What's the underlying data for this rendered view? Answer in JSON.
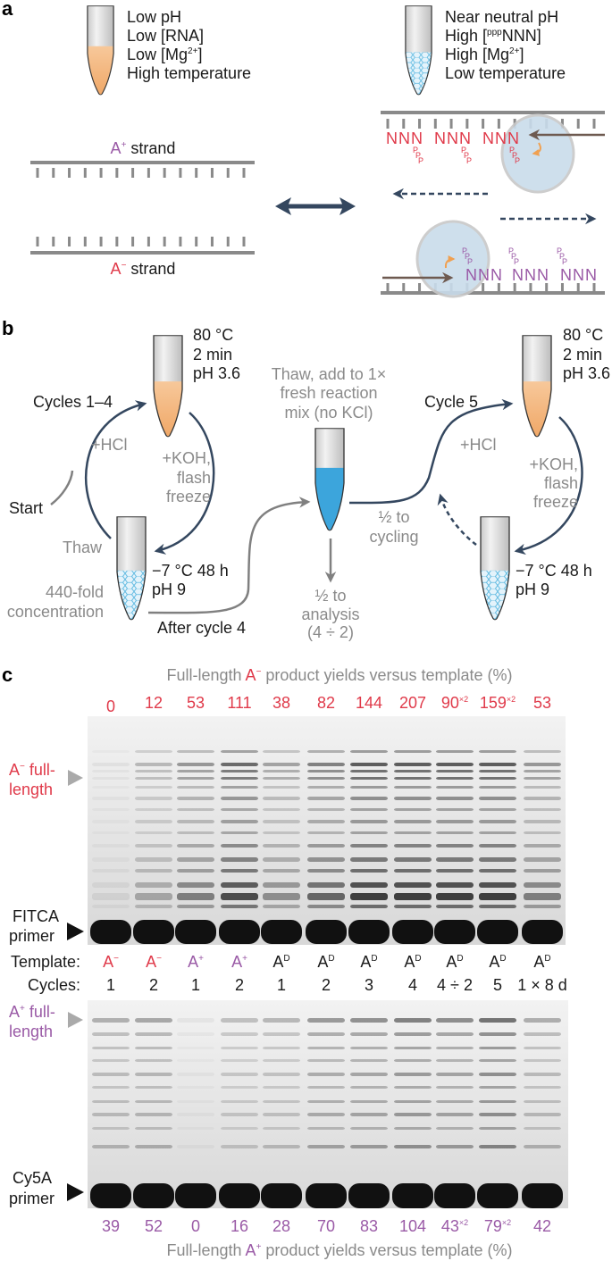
{
  "panel_a": {
    "label": "a",
    "left_conditions": [
      {
        "pre": "Low pH",
        "sup": "",
        "post": ""
      },
      {
        "pre": "Low [RNA]",
        "sup": "",
        "post": ""
      },
      {
        "pre": "Low [Mg",
        "sup": "2+",
        "post": "]"
      },
      {
        "pre": "High temperature",
        "sup": "",
        "post": ""
      }
    ],
    "right_conditions": [
      {
        "pre": "Near neutral pH",
        "sup": "",
        "post": ""
      },
      {
        "pre": "High [",
        "sup": "ppp",
        "post": "NNN]"
      },
      {
        "pre": "High [Mg",
        "sup": "2+",
        "post": "]"
      },
      {
        "pre": "Low temperature",
        "sup": "",
        "post": ""
      }
    ],
    "plus_strand": {
      "name": "A",
      "sign": "+",
      "suffix": " strand"
    },
    "minus_strand": {
      "name": "A",
      "sign": "−",
      "suffix": " strand"
    },
    "triplet": "NNN",
    "phosphate": "P"
  },
  "panel_b": {
    "label": "b",
    "hot_conditions": [
      "80 °C",
      "2 min",
      "pH 3.6"
    ],
    "cold_conditions": [
      "−7 °C 48 h",
      "pH 9"
    ],
    "cycles_1_4": "Cycles 1–4",
    "cycle_5": "Cycle 5",
    "add_hcl": "+HCl",
    "add_koh": [
      "+KOH,",
      "flash",
      "freeze"
    ],
    "start": "Start",
    "thaw": "Thaw",
    "concentration": [
      "440-fold",
      "concentration"
    ],
    "after_cycle_4": "After cycle 4",
    "fresh_mix": [
      "Thaw, add to 1×",
      "fresh reaction",
      "mix (no KCl)"
    ],
    "to_cycling": [
      "½ to",
      "cycling"
    ],
    "to_analysis": [
      "½ to",
      "analysis",
      "(4 ÷ 2)"
    ]
  },
  "panel_c": {
    "label": "c",
    "top_title": {
      "pre": "Full-length ",
      "name": "A",
      "sign": "−",
      "post": " product yields versus template (%)"
    },
    "bottom_title": {
      "pre": "Full-length ",
      "name": "A",
      "sign": "+",
      "post": " product yields versus template (%)"
    },
    "top_marker": {
      "name": "A",
      "sign": "−",
      "lines": [
        " full-",
        "length"
      ]
    },
    "bottom_marker": {
      "name": "A",
      "sign": "+",
      "lines": [
        " full-",
        "length"
      ]
    },
    "top_primer": [
      "FITCA",
      "primer"
    ],
    "bottom_primer": [
      "Cy5A",
      "primer"
    ],
    "template_label": "Template:",
    "cycles_label": "Cycles:",
    "lanes": [
      {
        "template": "A",
        "tsup": "−",
        "tcolor": "red",
        "cycles": "1",
        "minus_yield": "0",
        "minus_sup": "",
        "plus_yield": "39",
        "plus_sup": ""
      },
      {
        "template": "A",
        "tsup": "−",
        "tcolor": "red",
        "cycles": "2",
        "minus_yield": "12",
        "minus_sup": "",
        "plus_yield": "52",
        "plus_sup": ""
      },
      {
        "template": "A",
        "tsup": "+",
        "tcolor": "purple",
        "cycles": "1",
        "minus_yield": "53",
        "minus_sup": "",
        "plus_yield": "0",
        "plus_sup": ""
      },
      {
        "template": "A",
        "tsup": "+",
        "tcolor": "purple",
        "cycles": "2",
        "minus_yield": "111",
        "minus_sup": "",
        "plus_yield": "16",
        "plus_sup": ""
      },
      {
        "template": "A",
        "tsup": "D",
        "tcolor": "dark",
        "cycles": "1",
        "minus_yield": "38",
        "minus_sup": "",
        "plus_yield": "28",
        "plus_sup": ""
      },
      {
        "template": "A",
        "tsup": "D",
        "tcolor": "dark",
        "cycles": "2",
        "minus_yield": "82",
        "minus_sup": "",
        "plus_yield": "70",
        "plus_sup": ""
      },
      {
        "template": "A",
        "tsup": "D",
        "tcolor": "dark",
        "cycles": "3",
        "minus_yield": "144",
        "minus_sup": "",
        "plus_yield": "83",
        "plus_sup": ""
      },
      {
        "template": "A",
        "tsup": "D",
        "tcolor": "dark",
        "cycles": "4",
        "minus_yield": "207",
        "minus_sup": "",
        "plus_yield": "104",
        "plus_sup": ""
      },
      {
        "template": "A",
        "tsup": "D",
        "tcolor": "dark",
        "cycles": "4 ÷ 2",
        "minus_yield": "90",
        "minus_sup": "×2",
        "plus_yield": "43",
        "plus_sup": "×2"
      },
      {
        "template": "A",
        "tsup": "D",
        "tcolor": "dark",
        "cycles": "5",
        "minus_yield": "159",
        "minus_sup": "×2",
        "plus_yield": "79",
        "plus_sup": "×2"
      },
      {
        "template": "A",
        "tsup": "D",
        "tcolor": "dark",
        "cycles": "1 × 8 d",
        "minus_yield": "53",
        "minus_sup": "",
        "plus_yield": "42",
        "plus_sup": ""
      }
    ]
  },
  "colors": {
    "red": "#e03a4a",
    "purple": "#9a5aa6",
    "arrow": "#34475f",
    "orange": "#f2b37a",
    "ice": "#5bb8e0",
    "liquid": "#3ca5dc"
  }
}
